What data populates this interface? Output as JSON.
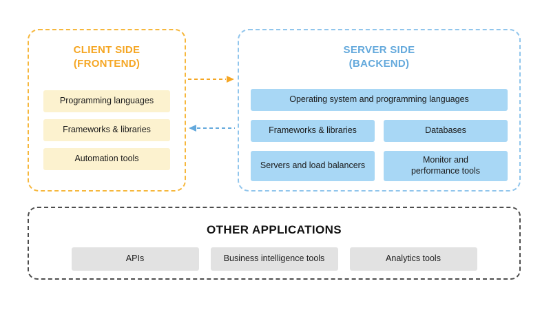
{
  "diagram": {
    "client": {
      "title": "CLIENT SIDE",
      "subtitle": "(FRONTEND)",
      "items": [
        "Programming languages",
        "Frameworks & libraries",
        "Automation tools"
      ]
    },
    "server": {
      "title": "SERVER SIDE",
      "subtitle": "(BACKEND)",
      "full_width_item": "Operating system and programming languages",
      "grid_items": [
        "Frameworks & libraries",
        "Databases",
        "Servers and load balancers",
        "Monitor and performance tools"
      ]
    },
    "other": {
      "title": "OTHER APPLICATIONS",
      "items": [
        "APIs",
        "Business intelligence tools",
        "Analytics tools"
      ]
    },
    "arrows": [
      {
        "name": "client-to-server",
        "direction": "right",
        "color": "#F5A623"
      },
      {
        "name": "server-to-client",
        "direction": "left",
        "color": "#64A9DC"
      }
    ],
    "colors": {
      "background": "#FFFFFF",
      "client_border": "#F6B73C",
      "client_title": "#F5A623",
      "client_item_bg": "#FCF2CF",
      "server_border": "#90C5EC",
      "server_title": "#64A9DC",
      "server_item_bg": "#A8D7F5",
      "other_border": "#4D4D4D",
      "other_title": "#111111",
      "other_item_bg": "#E2E2E2",
      "item_text": "#1A1A1A"
    }
  }
}
